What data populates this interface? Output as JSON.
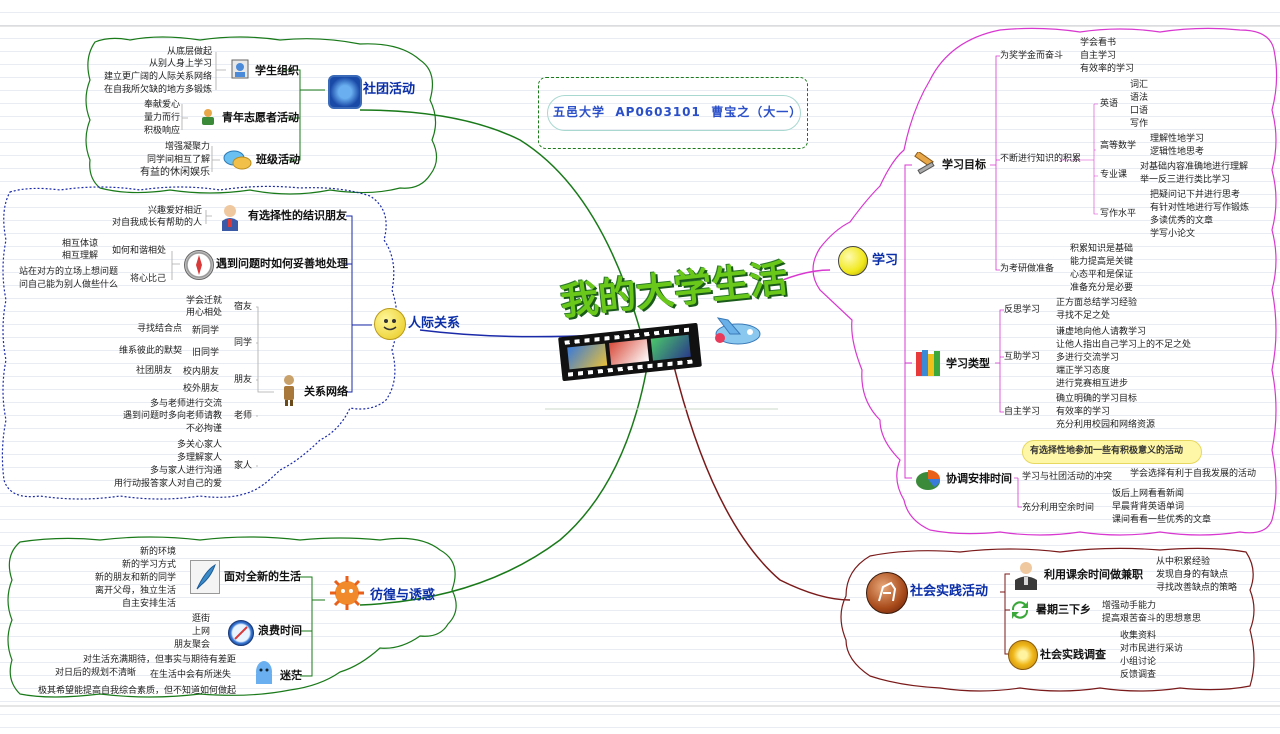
{
  "title": {
    "text": "我的大学生活",
    "info": "五邑大学  AP0603101  曹宝之（大一）"
  },
  "colors": {
    "green": "#1a7a1a",
    "blue": "#1a2aa8",
    "magenta": "#d838d0",
    "brown": "#7a1a1a",
    "accent": "#0a2ea8",
    "highlight": "#fff7a8"
  },
  "club": {
    "label": "社团活动",
    "student_org": {
      "label": "学生组织",
      "items": [
        "从底层做起",
        "从别人身上学习",
        "建立更广阔的人际关系网络",
        "在自我所欠缺的地方多锻炼"
      ]
    },
    "volunteer": {
      "label": "青年志愿者活动",
      "items": [
        "奉献爱心",
        "量力而行",
        "积极响应"
      ]
    },
    "class": {
      "label": "班级活动",
      "items": [
        "增强凝聚力",
        "同学间相互了解",
        "有益的休闲娱乐"
      ]
    }
  },
  "relations": {
    "label": "人际关系",
    "friends": {
      "label": "有选择性的结识朋友",
      "items": [
        "兴趣爱好相近",
        "对自我成长有帮助的人"
      ]
    },
    "problems": {
      "label": "遇到问题时如何妥善地处理",
      "harmony": {
        "label": "如何和谐相处",
        "items": [
          "相互体谅",
          "相互理解"
        ]
      },
      "empathy": {
        "label": "将心比己",
        "items": [
          "站在对方的立场上想问题",
          "问自己能为别人做些什么"
        ]
      }
    },
    "network": {
      "label": "关系网络",
      "roommate": {
        "label": "宿友",
        "items": [
          "学会迁就",
          "用心相处"
        ]
      },
      "classmate": {
        "label": "同学",
        "new": {
          "label": "新同学",
          "item": "寻找结合点"
        },
        "old": {
          "label": "旧同学",
          "item": "维系彼此的默契"
        }
      },
      "friend": {
        "label": "朋友",
        "inner": {
          "label": "校内朋友",
          "item": "社团朋友"
        },
        "outer": "校外朋友"
      },
      "teacher": {
        "label": "老师",
        "items": [
          "多与老师进行交流",
          "遇到问题时多向老师请教",
          "不必拘谨"
        ]
      },
      "family": {
        "label": "家人",
        "items": [
          "多关心家人",
          "多理解家人",
          "多与家人进行沟通",
          "用行动报答家人对自己的爱"
        ]
      }
    }
  },
  "hesitation": {
    "label": "彷徨与诱惑",
    "new_life": {
      "label": "面对全新的生活",
      "items": [
        "新的环境",
        "新的学习方式",
        "新的朋友和新的同学",
        "离开父母，独立生活",
        "自主安排生活"
      ]
    },
    "waste": {
      "label": "浪费时间",
      "items": [
        "逛街",
        "上网",
        "朋友聚会"
      ]
    },
    "lost": {
      "label": "迷茫",
      "items": [
        "对生活充满期待，但事实与期待有差距",
        "对日后的规划不清晰",
        "极其希望能提高自我综合素质，但不知道如何做起"
      ],
      "sub": "在生活中会有所迷失"
    }
  },
  "study": {
    "label": "学习",
    "goals": {
      "label": "学习目标",
      "scholarship": {
        "label": "为奖学金而奋斗",
        "items": [
          "学会看书",
          "自主学习",
          "有效率的学习"
        ]
      },
      "knowledge": {
        "label": "不断进行知识的积累",
        "english": {
          "label": "英语",
          "items": [
            "词汇",
            "语法",
            "口语",
            "写作"
          ]
        },
        "math": {
          "label": "高等数学",
          "items": [
            "理解性地学习",
            "逻辑性地思考"
          ]
        },
        "major": {
          "label": "专业课",
          "items": [
            "对基础内容准确地进行理解",
            "举一反三进行类比学习"
          ]
        },
        "writing": {
          "label": "写作水平",
          "items": [
            "把疑问记下并进行思考",
            "有针对性地进行写作锻炼",
            "多读优秀的文章",
            "学写小论文"
          ]
        }
      },
      "postgrad": {
        "label": "为考研做准备",
        "items": [
          "积累知识是基础",
          "能力提高是关键",
          "心态平和是保证",
          "准备充分是必要"
        ]
      }
    },
    "types": {
      "label": "学习类型",
      "reflect": {
        "label": "反思学习",
        "items": [
          "正方面总结学习经验",
          "寻找不足之处"
        ]
      },
      "mutual": {
        "label": "互助学习",
        "items": [
          "谦虚地向他人请教学习",
          "让他人指出自己学习上的不足之处",
          "多进行交流学习",
          "端正学习态度",
          "进行竞赛相互进步"
        ]
      },
      "self": {
        "label": "自主学习",
        "items": [
          "确立明确的学习目标",
          "有效率的学习",
          "充分利用校园和网络资源"
        ]
      }
    },
    "time": {
      "label": "协调安排时间",
      "note": "有选择性地参加一些有积极意义的活动",
      "conflict": {
        "label": "学习与社团活动的冲突",
        "item": "学会选择有利于自我发展的活动"
      },
      "spare": {
        "label": "充分利用空余时间",
        "items": [
          "饭后上网看看新闻",
          "早晨背背英语单词",
          "课间看看一些优秀的文章"
        ]
      }
    }
  },
  "practice": {
    "label": "社会实践活动",
    "parttime": {
      "label": "利用课余时间做兼职",
      "items": [
        "从中积累经验",
        "发现自身的有缺点",
        "寻找改善缺点的策略"
      ]
    },
    "countryside": {
      "label": "暑期三下乡",
      "items": [
        "增强动手能力",
        "提高艰苦奋斗的思想意思"
      ]
    },
    "survey": {
      "label": "社会实践调查",
      "items": [
        "收集资料",
        "对市民进行采访",
        "小组讨论",
        "反馈调查"
      ]
    }
  }
}
